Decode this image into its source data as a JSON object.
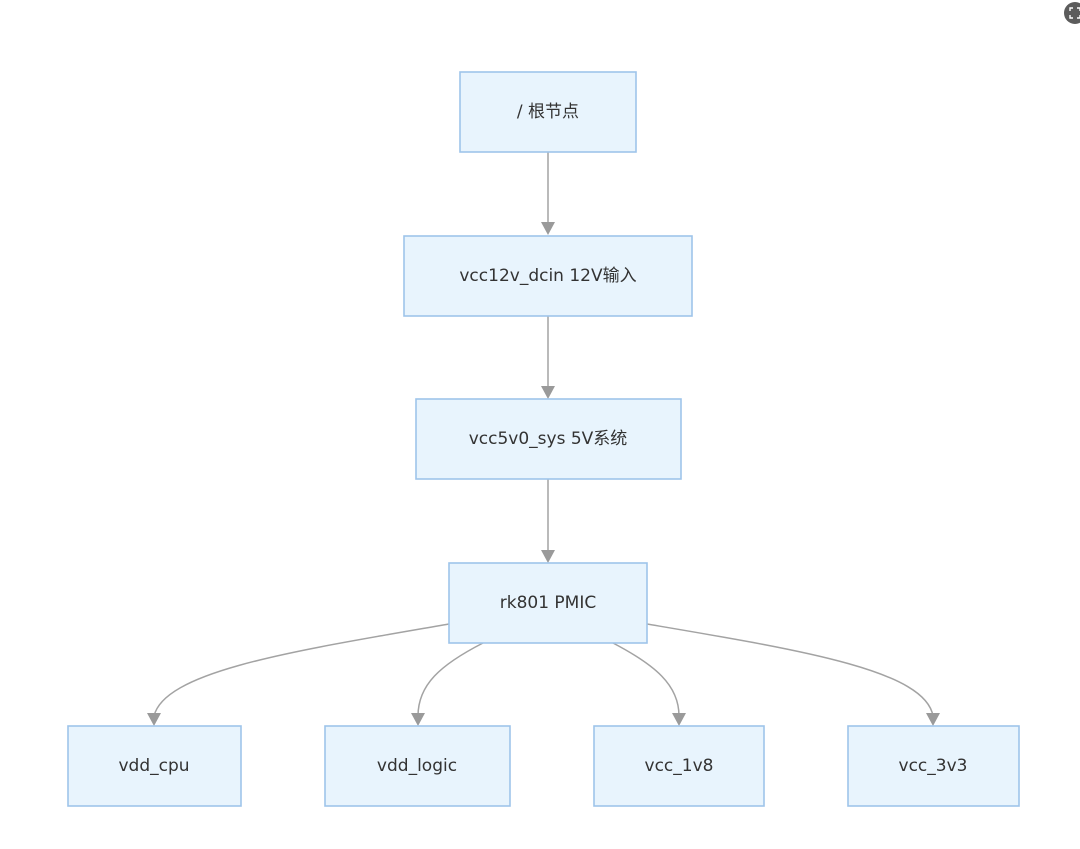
{
  "diagram": {
    "nodes": [
      {
        "id": "root",
        "label": "/ 根节点"
      },
      {
        "id": "vcc12v_dcin",
        "label": "vcc12v_dcin 12V输入"
      },
      {
        "id": "vcc5v0_sys",
        "label": "vcc5v0_sys 5V系统"
      },
      {
        "id": "rk801",
        "label": "rk801 PMIC"
      },
      {
        "id": "vdd_cpu",
        "label": "vdd_cpu"
      },
      {
        "id": "vdd_logic",
        "label": "vdd_logic"
      },
      {
        "id": "vcc_1v8",
        "label": "vcc_1v8"
      },
      {
        "id": "vcc_3v3",
        "label": "vcc_3v3"
      }
    ],
    "edges": [
      {
        "from": "root",
        "to": "vcc12v_dcin"
      },
      {
        "from": "vcc12v_dcin",
        "to": "vcc5v0_sys"
      },
      {
        "from": "vcc5v0_sys",
        "to": "rk801"
      },
      {
        "from": "rk801",
        "to": "vdd_cpu"
      },
      {
        "from": "rk801",
        "to": "vdd_logic"
      },
      {
        "from": "rk801",
        "to": "vcc_1v8"
      },
      {
        "from": "rk801",
        "to": "vcc_3v3"
      }
    ]
  },
  "colors": {
    "node_fill": "#e8f4fd",
    "node_border": "#9ec4ea",
    "edge": "#a3a3a3",
    "text": "#333333"
  },
  "icons": {
    "expand": "expand-icon"
  }
}
